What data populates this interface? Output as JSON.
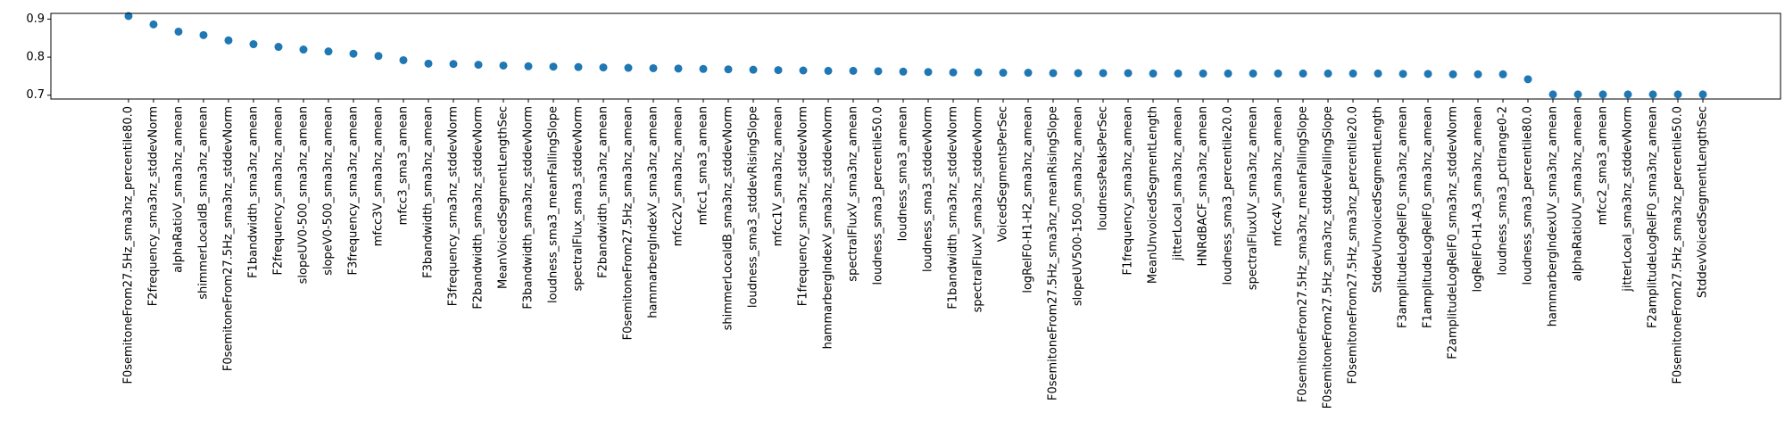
{
  "chart_data": {
    "type": "scatter",
    "title": "",
    "xlabel": "",
    "ylabel": "",
    "ylim": [
      0.69,
      0.915
    ],
    "yticks": [
      0.7,
      0.8,
      0.9
    ],
    "marker_color": "#1f77b4",
    "grid": false,
    "legend": "none",
    "categories": [
      "F0semitoneFrom27.5Hz_sma3nz_percentile80.0",
      "F2frequency_sma3nz_stddevNorm",
      "alphaRatioV_sma3nz_amean",
      "shimmerLocaldB_sma3nz_amean",
      "F0semitoneFrom27.5Hz_sma3nz_stddevNorm",
      "F1bandwidth_sma3nz_amean",
      "F2frequency_sma3nz_amean",
      "slopeUV0-500_sma3nz_amean",
      "slopeV0-500_sma3nz_amean",
      "F3frequency_sma3nz_amean",
      "mfcc3V_sma3nz_amean",
      "mfcc3_sma3_amean",
      "F3bandwidth_sma3nz_amean",
      "F3frequency_sma3nz_stddevNorm",
      "F2bandwidth_sma3nz_stddevNorm",
      "MeanVoicedSegmentLengthSec",
      "F3bandwidth_sma3nz_stddevNorm",
      "loudness_sma3_meanFallingSlope",
      "spectralFlux_sma3_stddevNorm",
      "F2bandwidth_sma3nz_amean",
      "F0semitoneFrom27.5Hz_sma3nz_amean",
      "hammarbergIndexV_sma3nz_amean",
      "mfcc2V_sma3nz_amean",
      "mfcc1_sma3_amean",
      "shimmerLocaldB_sma3nz_stddevNorm",
      "loudness_sma3_stddevRisingSlope",
      "mfcc1V_sma3nz_amean",
      "F1frequency_sma3nz_stddevNorm",
      "hammarbergIndexV_sma3nz_stddevNorm",
      "spectralFluxV_sma3nz_amean",
      "loudness_sma3_percentile50.0",
      "loudness_sma3_amean",
      "loudness_sma3_stddevNorm",
      "F1bandwidth_sma3nz_stddevNorm",
      "spectralFluxV_sma3nz_stddevNorm",
      "VoicedSegmentsPerSec",
      "logRelF0-H1-H2_sma3nz_amean",
      "F0semitoneFrom27.5Hz_sma3nz_meanRisingSlope",
      "slopeUV500-1500_sma3nz_amean",
      "loudnessPeaksPerSec",
      "F1frequency_sma3nz_amean",
      "MeanUnvoicedSegmentLength",
      "jitterLocal_sma3nz_amean",
      "HNRdBACF_sma3nz_amean",
      "loudness_sma3_percentile20.0",
      "spectralFluxUV_sma3nz_amean",
      "mfcc4V_sma3nz_amean",
      "F0semitoneFrom27.5Hz_sma3nz_meanFallingSlope",
      "F0semitoneFrom27.5Hz_sma3nz_stddevFallingSlope",
      "F0semitoneFrom27.5Hz_sma3nz_percentile20.0",
      "StddevUnvoicedSegmentLength",
      "F3amplitudeLogRelF0_sma3nz_amean",
      "F1amplitudeLogRelF0_sma3nz_amean",
      "F2amplitudeLogRelF0_sma3nz_stddevNorm",
      "logRelF0-H1-A3_sma3nz_amean",
      "loudness_sma3_pctlrange0-2",
      "loudness_sma3_percentile80.0",
      "hammarbergIndexUV_sma3nz_amean",
      "alphaRatioUV_sma3nz_amean",
      "mfcc2_sma3_amean",
      "jitterLocal_sma3nz_stddevNorm",
      "F2amplitudeLogRelF0_sma3nz_amean",
      "F0semitoneFrom27.5Hz_sma3nz_percentile50.0",
      "StddevVoicedSegmentLengthSec"
    ],
    "values": [
      0.908,
      0.886,
      0.867,
      0.858,
      0.844,
      0.834,
      0.827,
      0.82,
      0.815,
      0.809,
      0.803,
      0.792,
      0.783,
      0.782,
      0.78,
      0.778,
      0.776,
      0.775,
      0.774,
      0.773,
      0.772,
      0.771,
      0.77,
      0.769,
      0.768,
      0.767,
      0.766,
      0.765,
      0.764,
      0.764,
      0.763,
      0.762,
      0.761,
      0.76,
      0.76,
      0.759,
      0.759,
      0.758,
      0.758,
      0.758,
      0.758,
      0.757,
      0.757,
      0.757,
      0.757,
      0.757,
      0.757,
      0.757,
      0.757,
      0.757,
      0.757,
      0.756,
      0.756,
      0.755,
      0.755,
      0.755,
      0.742,
      0.702,
      0.702,
      0.702,
      0.702,
      0.702,
      0.702,
      0.702
    ]
  }
}
